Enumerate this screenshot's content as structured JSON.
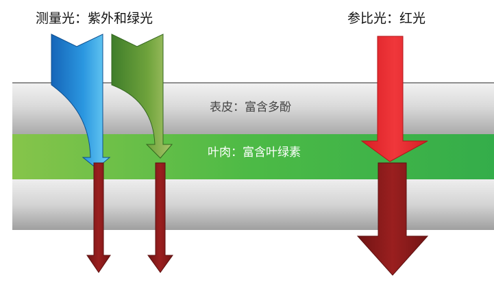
{
  "labels": {
    "measuring_light": "测量光：紫外和绿光",
    "reference_light": "参比光：红光",
    "epidermis": "表皮：富含多酚",
    "mesophyll": "叶肉：富含叶绿素"
  },
  "colors": {
    "uv_arrow": "#1f8fd8",
    "green_arrow": "#6f9a3a",
    "red_arrow": "#e8262a",
    "transmitted_arrow": "#8b1a1a",
    "mesophyll_layer": "#5cc046",
    "epidermis_layer": "#c4c4c4",
    "mesophyll_text": "#ffffff",
    "epidermis_text": "#444444"
  }
}
